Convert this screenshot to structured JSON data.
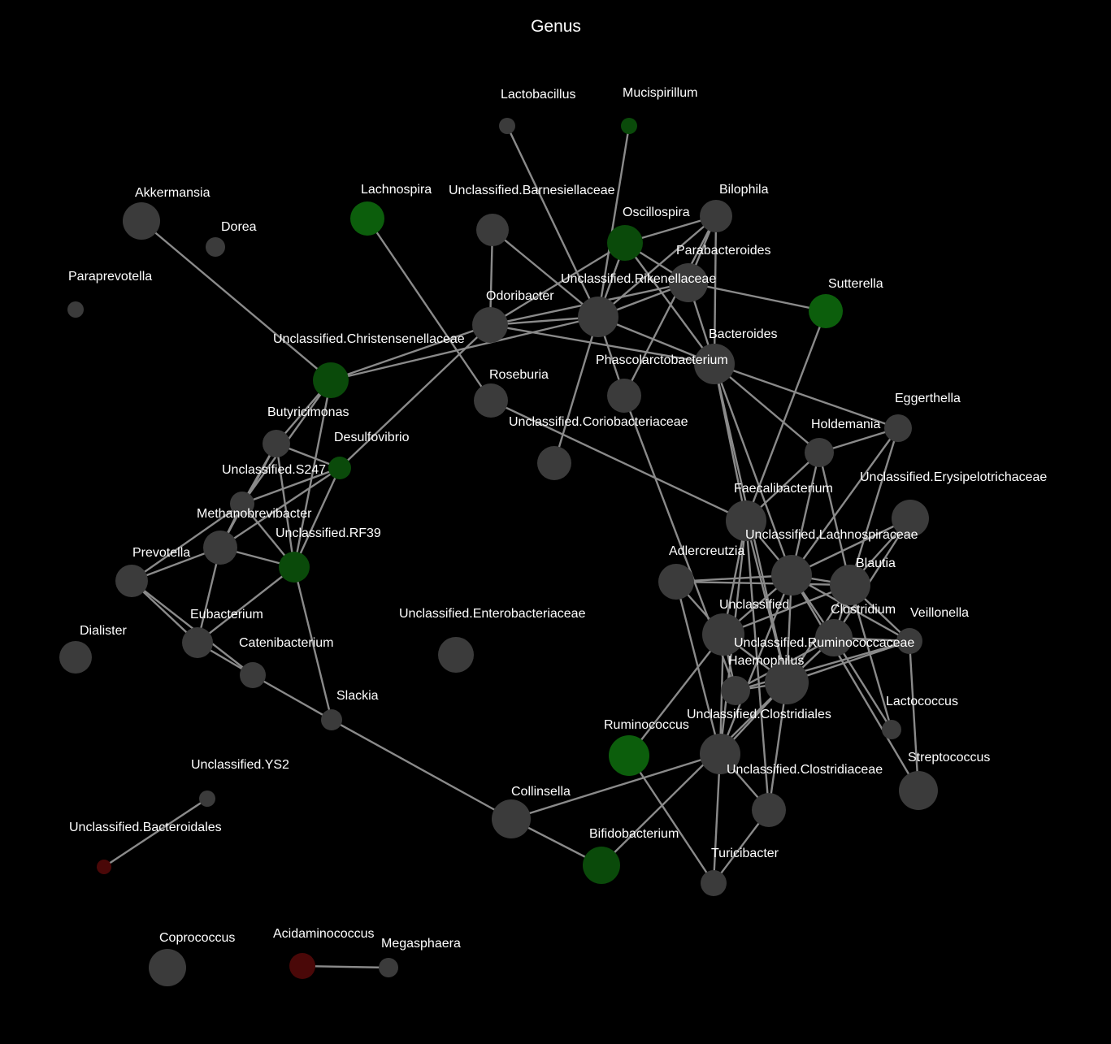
{
  "title": "Genus",
  "colors": {
    "background": "#000000",
    "gray": "#3b3b3b",
    "green": "#0a4a0a",
    "green_bright": "#0c5e0c",
    "red": "#4a0808",
    "edge": "#8a8a8a",
    "text": "#ffffff"
  },
  "nodes": [
    {
      "id": "Lactobacillus",
      "label": "Lactobacillus",
      "color": "gray"
    },
    {
      "id": "Mucispirillum",
      "label": "Mucispirillum",
      "color": "green"
    },
    {
      "id": "Akkermansia",
      "label": "Akkermansia",
      "color": "gray"
    },
    {
      "id": "Dorea",
      "label": "Dorea",
      "color": "gray"
    },
    {
      "id": "Paraprevotella",
      "label": "Paraprevotella",
      "color": "gray"
    },
    {
      "id": "Lachnospira",
      "label": "Lachnospira",
      "color": "green_bright"
    },
    {
      "id": "Barnesiellaceae",
      "label": "Unclassified.Barnesiellaceae",
      "color": "gray"
    },
    {
      "id": "Bilophila",
      "label": "Bilophila",
      "color": "gray"
    },
    {
      "id": "Oscillospira",
      "label": "Oscillospira",
      "color": "green"
    },
    {
      "id": "Parabacteroides",
      "label": "Parabacteroides",
      "color": "gray"
    },
    {
      "id": "Rikenellaceae",
      "label": "Unclassified.Rikenellaceae",
      "color": "gray"
    },
    {
      "id": "Sutterella",
      "label": "Sutterella",
      "color": "green_bright"
    },
    {
      "id": "Odoribacter",
      "label": "Odoribacter",
      "color": "gray"
    },
    {
      "id": "Christensenellaceae",
      "label": "Unclassified.Christensenellaceae",
      "color": "green"
    },
    {
      "id": "Bacteroides",
      "label": "Bacteroides",
      "color": "gray"
    },
    {
      "id": "Phascolarctobacterium",
      "label": "Phascolarctobacterium",
      "color": "gray"
    },
    {
      "id": "Roseburia",
      "label": "Roseburia",
      "color": "gray"
    },
    {
      "id": "Coriobacteriaceae",
      "label": "Unclassified.Coriobacteriaceae",
      "color": "gray"
    },
    {
      "id": "Eggerthella",
      "label": "Eggerthella",
      "color": "gray"
    },
    {
      "id": "Butyricimonas",
      "label": "Butyricimonas",
      "color": "gray"
    },
    {
      "id": "Desulfovibrio",
      "label": "Desulfovibrio",
      "color": "green"
    },
    {
      "id": "Holdemania",
      "label": "Holdemania",
      "color": "gray"
    },
    {
      "id": "S247",
      "label": "Unclassified.S247",
      "color": "gray"
    },
    {
      "id": "Erysipelotrichaceae",
      "label": "Unclassified.Erysipelotrichaceae",
      "color": "gray"
    },
    {
      "id": "Faecalibacterium",
      "label": "Faecalibacterium",
      "color": "gray"
    },
    {
      "id": "Methanobrevibacter",
      "label": "Methanobrevibacter",
      "color": "gray"
    },
    {
      "id": "RF39",
      "label": "Unclassified.RF39",
      "color": "green"
    },
    {
      "id": "Lachnospiraceae",
      "label": "Unclassified.Lachnospiraceae",
      "color": "gray"
    },
    {
      "id": "Prevotella",
      "label": "Prevotella",
      "color": "gray"
    },
    {
      "id": "Adlercreutzia",
      "label": "Adlercreutzia",
      "color": "gray"
    },
    {
      "id": "Blautia",
      "label": "Blautia",
      "color": "gray"
    },
    {
      "id": "Unclassified",
      "label": "Unclassified",
      "color": "gray"
    },
    {
      "id": "Clostridium",
      "label": "Clostridium",
      "color": "gray"
    },
    {
      "id": "Veillonella",
      "label": "Veillonella",
      "color": "gray"
    },
    {
      "id": "Dialister",
      "label": "Dialister",
      "color": "gray"
    },
    {
      "id": "Eubacterium",
      "label": "Eubacterium",
      "color": "gray"
    },
    {
      "id": "Enterobacteriaceae",
      "label": "Unclassified.Enterobacteriaceae",
      "color": "gray"
    },
    {
      "id": "Ruminococcaceae",
      "label": "Unclassified.Ruminococcaceae",
      "color": "gray"
    },
    {
      "id": "Catenibacterium",
      "label": "Catenibacterium",
      "color": "gray"
    },
    {
      "id": "Haemophilus",
      "label": "Haemophilus",
      "color": "gray"
    },
    {
      "id": "Slackia",
      "label": "Slackia",
      "color": "gray"
    },
    {
      "id": "Lactococcus",
      "label": "Lactococcus",
      "color": "gray"
    },
    {
      "id": "Clostridiales",
      "label": "Unclassified.Clostridiales",
      "color": "gray"
    },
    {
      "id": "Ruminococcus",
      "label": "Ruminococcus",
      "color": "green_bright"
    },
    {
      "id": "YS2",
      "label": "Unclassified.YS2",
      "color": "gray"
    },
    {
      "id": "Streptococcus",
      "label": "Streptococcus",
      "color": "gray"
    },
    {
      "id": "Clostridiaceae",
      "label": "Unclassified.Clostridiaceae",
      "color": "gray"
    },
    {
      "id": "Collinsella",
      "label": "Collinsella",
      "color": "gray"
    },
    {
      "id": "Bacteroidales",
      "label": "Unclassified.Bacteroidales",
      "color": "red"
    },
    {
      "id": "Bifidobacterium",
      "label": "Bifidobacterium",
      "color": "green"
    },
    {
      "id": "Turicibacter",
      "label": "Turicibacter",
      "color": "gray"
    },
    {
      "id": "Coprococcus",
      "label": "Coprococcus",
      "color": "gray"
    },
    {
      "id": "Acidaminococcus",
      "label": "Acidaminococcus",
      "color": "red"
    },
    {
      "id": "Megasphaera",
      "label": "Megasphaera",
      "color": "gray"
    }
  ],
  "edges": [
    [
      "Lactobacillus",
      "Rikenellaceae"
    ],
    [
      "Mucispirillum",
      "Rikenellaceae"
    ],
    [
      "Akkermansia",
      "Christensenellaceae"
    ],
    [
      "Lachnospira",
      "Roseburia"
    ],
    [
      "Barnesiellaceae",
      "Odoribacter"
    ],
    [
      "Barnesiellaceae",
      "Rikenellaceae"
    ],
    [
      "Oscillospira",
      "Rikenellaceae"
    ],
    [
      "Oscillospira",
      "Bilophila"
    ],
    [
      "Oscillospira",
      "Parabacteroides"
    ],
    [
      "Oscillospira",
      "Bacteroides"
    ],
    [
      "Oscillospira",
      "Odoribacter"
    ],
    [
      "Bilophila",
      "Rikenellaceae"
    ],
    [
      "Bilophila",
      "Parabacteroides"
    ],
    [
      "Bilophila",
      "Bacteroides"
    ],
    [
      "Parabacteroides",
      "Rikenellaceae"
    ],
    [
      "Parabacteroides",
      "Sutterella"
    ],
    [
      "Parabacteroides",
      "Odoribacter"
    ],
    [
      "Parabacteroides",
      "Bacteroides"
    ],
    [
      "Rikenellaceae",
      "Odoribacter"
    ],
    [
      "Rikenellaceae",
      "Bacteroides"
    ],
    [
      "Rikenellaceae",
      "Phascolarctobacterium"
    ],
    [
      "Rikenellaceae",
      "Coriobacteriaceae"
    ],
    [
      "Rikenellaceae",
      "Christensenellaceae"
    ],
    [
      "Odoribacter",
      "Christensenellaceae"
    ],
    [
      "Odoribacter",
      "Bacteroides"
    ],
    [
      "Odoribacter",
      "Desulfovibrio"
    ],
    [
      "Christensenellaceae",
      "Butyricimonas"
    ],
    [
      "Christensenellaceae",
      "S247"
    ],
    [
      "Christensenellaceae",
      "RF39"
    ],
    [
      "Bacteroides",
      "Holdemania"
    ],
    [
      "Bacteroides",
      "Eggerthella"
    ],
    [
      "Bacteroides",
      "Faecalibacterium"
    ],
    [
      "Bacteroides",
      "Lachnospiraceae"
    ],
    [
      "Bacteroides",
      "Haemophilus"
    ],
    [
      "Sutterella",
      "Faecalibacterium"
    ],
    [
      "Roseburia",
      "Faecalibacterium"
    ],
    [
      "Phascolarctobacterium",
      "Ruminococcaceae"
    ],
    [
      "Phascolarctobacterium",
      "Bilophila"
    ],
    [
      "Eggerthella",
      "Holdemania"
    ],
    [
      "Eggerthella",
      "Blautia"
    ],
    [
      "Eggerthella",
      "Lachnospiraceae"
    ],
    [
      "Holdemania",
      "Lachnospiraceae"
    ],
    [
      "Holdemania",
      "Blautia"
    ],
    [
      "Holdemania",
      "Faecalibacterium"
    ],
    [
      "Butyricimonas",
      "Desulfovibrio"
    ],
    [
      "Butyricimonas",
      "S247"
    ],
    [
      "Butyricimonas",
      "RF39"
    ],
    [
      "Butyricimonas",
      "Methanobrevibacter"
    ],
    [
      "Desulfovibrio",
      "S247"
    ],
    [
      "Desulfovibrio",
      "RF39"
    ],
    [
      "Desulfovibrio",
      "Methanobrevibacter"
    ],
    [
      "S247",
      "Methanobrevibacter"
    ],
    [
      "S247",
      "Prevotella"
    ],
    [
      "S247",
      "RF39"
    ],
    [
      "Methanobrevibacter",
      "RF39"
    ],
    [
      "Methanobrevibacter",
      "Prevotella"
    ],
    [
      "Methanobrevibacter",
      "Eubacterium"
    ],
    [
      "RF39",
      "Eubacterium"
    ],
    [
      "RF39",
      "Slackia"
    ],
    [
      "Prevotella",
      "Eubacterium"
    ],
    [
      "Prevotella",
      "Catenibacterium"
    ],
    [
      "Eubacterium",
      "Catenibacterium"
    ],
    [
      "Catenibacterium",
      "Slackia"
    ],
    [
      "Slackia",
      "Collinsella"
    ],
    [
      "Erysipelotrichaceae",
      "Lachnospiraceae"
    ],
    [
      "Erysipelotrichaceae",
      "Blautia"
    ],
    [
      "Erysipelotrichaceae",
      "Clostridium"
    ],
    [
      "Faecalibacterium",
      "Lachnospiraceae"
    ],
    [
      "Faecalibacterium",
      "Unclassified"
    ],
    [
      "Faecalibacterium",
      "Clostridiales"
    ],
    [
      "Faecalibacterium",
      "Haemophilus"
    ],
    [
      "Faecalibacterium",
      "Clostridiaceae"
    ],
    [
      "Lachnospiraceae",
      "Adlercreutzia"
    ],
    [
      "Lachnospiraceae",
      "Blautia"
    ],
    [
      "Lachnospiraceae",
      "Unclassified"
    ],
    [
      "Lachnospiraceae",
      "Clostridium"
    ],
    [
      "Lachnospiraceae",
      "Haemophilus"
    ],
    [
      "Lachnospiraceae",
      "Clostridiales"
    ],
    [
      "Lachnospiraceae",
      "Veillonella"
    ],
    [
      "Blautia",
      "Adlercreutzia"
    ],
    [
      "Blautia",
      "Unclassified"
    ],
    [
      "Blautia",
      "Clostridium"
    ],
    [
      "Blautia",
      "Veillonella"
    ],
    [
      "Blautia",
      "Haemophilus"
    ],
    [
      "Blautia",
      "Lactococcus"
    ],
    [
      "Adlercreutzia",
      "Unclassified"
    ],
    [
      "Adlercreutzia",
      "Clostridiales"
    ],
    [
      "Unclassified",
      "Ruminococcaceae"
    ],
    [
      "Unclassified",
      "Haemophilus"
    ],
    [
      "Unclassified",
      "Clostridiales"
    ],
    [
      "Unclassified",
      "Ruminococcus"
    ],
    [
      "Clostridium",
      "Ruminococcaceae"
    ],
    [
      "Clostridium",
      "Haemophilus"
    ],
    [
      "Clostridium",
      "Veillonella"
    ],
    [
      "Clostridium",
      "Lactococcus"
    ],
    [
      "Ruminococcaceae",
      "Veillonella"
    ],
    [
      "Ruminococcaceae",
      "Haemophilus"
    ],
    [
      "Veillonella",
      "Haemophilus"
    ],
    [
      "Veillonella",
      "Streptococcus"
    ],
    [
      "Haemophilus",
      "Clostridiales"
    ],
    [
      "Haemophilus",
      "Clostridiaceae"
    ],
    [
      "Haemophilus",
      "Bifidobacterium"
    ],
    [
      "Lachnospiraceae",
      "Streptococcus"
    ],
    [
      "Clostridiales",
      "Clostridiaceae"
    ],
    [
      "Clostridiales",
      "Turicibacter"
    ],
    [
      "Clostridiales",
      "Collinsella"
    ],
    [
      "Ruminococcus",
      "Turicibacter"
    ],
    [
      "Clostridiaceae",
      "Turicibacter"
    ],
    [
      "Collinsella",
      "Bifidobacterium"
    ],
    [
      "YS2",
      "Bacteroidales"
    ],
    [
      "Acidaminococcus",
      "Megasphaera"
    ]
  ]
}
